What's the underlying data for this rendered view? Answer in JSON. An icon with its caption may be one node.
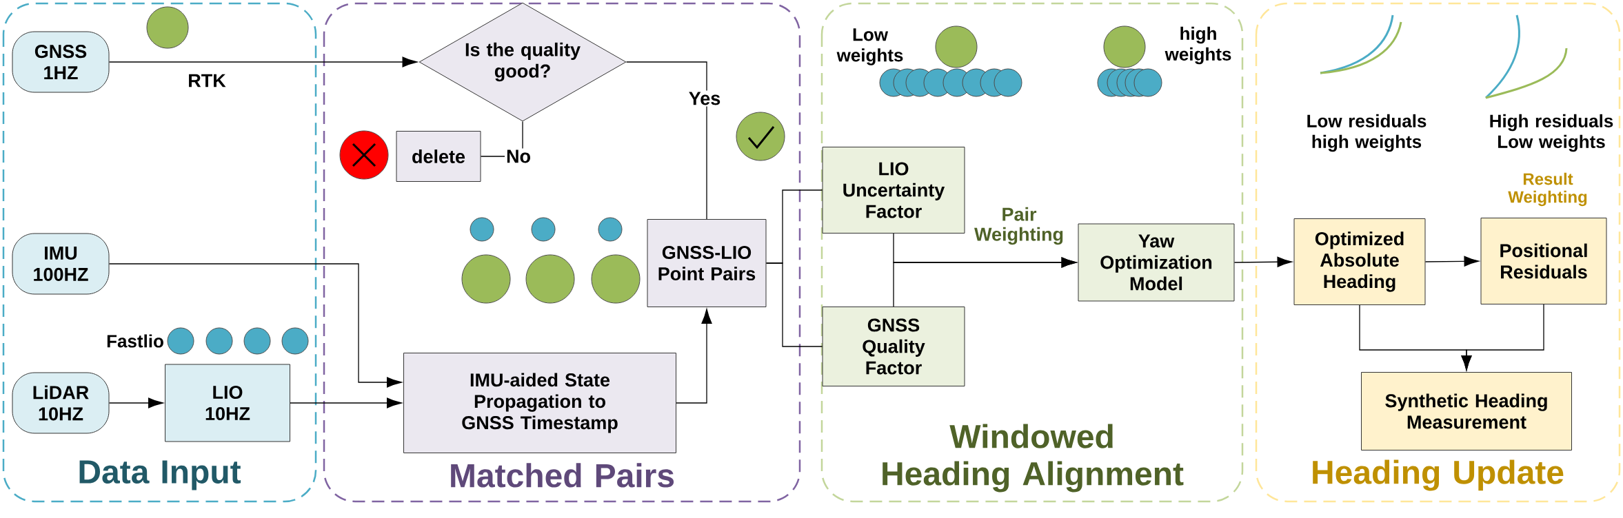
{
  "diagram": {
    "nodes": [
      {
        "text": [
          "Data Input"
        ]
      },
      {
        "text": [
          "Matched Pairs"
        ]
      },
      {
        "text": [
          "Windowed Heading Alignment"
        ]
      },
      {
        "text": [
          "Heading Update"
        ]
      },
      {
        "text": [
          "GNSS 1HZ"
        ],
        "in": 0
      },
      {
        "text": [
          "IMU 100HZ"
        ],
        "in": 0
      },
      {
        "text": [
          "LiDAR 10HZ"
        ],
        "in": 0
      },
      {
        "text": [
          "LIO 10HZ"
        ],
        "in": 0
      },
      {
        "text": [
          "Is the quality good?"
        ],
        "in": 1
      },
      {
        "text": [
          "delete"
        ],
        "in": 1
      },
      {
        "text": [
          "GNSS-LIO Point Pairs"
        ],
        "in": 1
      },
      {
        "text": [
          "IMU-aided State Propagation to GNSS Timestamp"
        ],
        "in": 1
      },
      {
        "text": [
          "LIO Uncertainty Factor"
        ],
        "in": 2
      },
      {
        "text": [
          "GNSS Quality Factor"
        ],
        "in": 2
      },
      {
        "text": [
          "Yaw Optimization Model"
        ],
        "in": 2
      },
      {
        "text": [
          "Optimized Absolute Heading"
        ],
        "in": 3
      },
      {
        "text": [
          "Positional Residuals"
        ],
        "in": 3,
        "beside": [
          "Result Weighting"
        ]
      },
      {
        "text": [
          "Synthetic Heading Measurement"
        ],
        "in": 3
      }
    ],
    "edges": [
      {
        "from": 4,
        "to": 8,
        "arrow": "to",
        "label": "RTK"
      },
      {
        "from": 8,
        "to": 9,
        "arrow": "none",
        "label": "No"
      },
      {
        "from": 8,
        "to": 10,
        "arrow": "none",
        "label": "Yes"
      },
      {
        "from": 5,
        "to": 11,
        "arrow": "to"
      },
      {
        "from": 6,
        "to": 7,
        "arrow": "to"
      },
      {
        "from": 7,
        "to": 11,
        "arrow": "to"
      },
      {
        "from": 11,
        "to": 10,
        "arrow": "to"
      },
      {
        "from": 10,
        "to": 12,
        "arrow": "none"
      },
      {
        "from": 10,
        "to": 13,
        "arrow": "none"
      },
      {
        "from": 12,
        "to": 14,
        "arrow": "to",
        "label": "Pair Weighting"
      },
      {
        "from": 13,
        "to": 14,
        "arrow": "to"
      },
      {
        "from": 14,
        "to": 15,
        "arrow": "to"
      },
      {
        "from": 15,
        "to": 16,
        "arrow": "to"
      },
      {
        "from": 15,
        "to": 17,
        "arrow": "to"
      },
      {
        "from": 16,
        "to": 17,
        "arrow": "to"
      }
    ],
    "labels": [
      "Fastlio",
      "Low weights",
      "high weights",
      "Low residuals high weights",
      "High residuals Low weights"
    ]
  }
}
